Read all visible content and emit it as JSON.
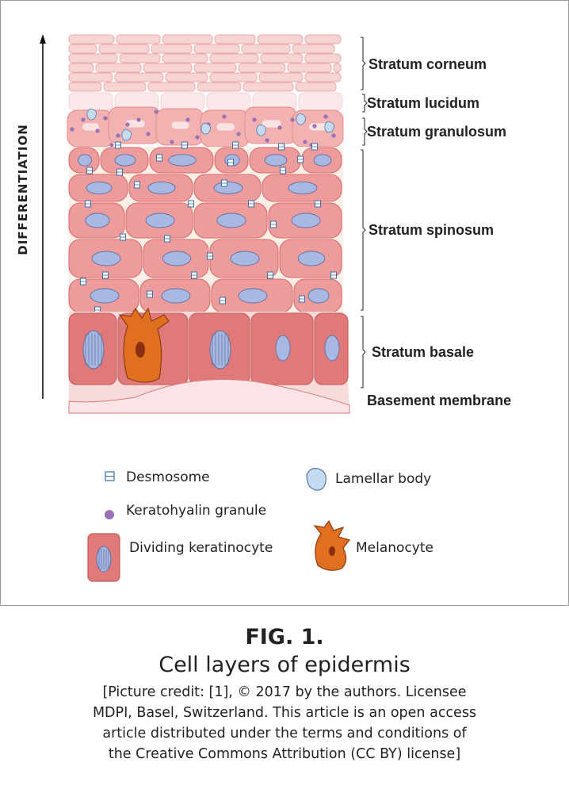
{
  "axis": {
    "label": "DIFFERENTIATION"
  },
  "layers": [
    {
      "name": "Stratum corneum"
    },
    {
      "name": "Stratum lucidum"
    },
    {
      "name": "Stratum granulosum"
    },
    {
      "name": "Stratum spinosum"
    },
    {
      "name": "Stratum basale"
    },
    {
      "name": "Basement membrane"
    }
  ],
  "legend": {
    "desmosome": "Desmosome",
    "lamellar": "Lamellar body",
    "granule": "Keratohyalin granule",
    "dividing": "Dividing keratinocyte",
    "melanocyte": "Melanocyte"
  },
  "colors": {
    "corneum": "#f7d4d4",
    "granulosum": "#f3b1b1",
    "spinosum": "#ee9b9b",
    "basale": "#e07a7a",
    "nucleus": "#a9b8e0",
    "melanocyte": "#e07020",
    "granule": "#9b72b8",
    "lamellar": "#c4daf0"
  },
  "caption": {
    "number": "FIG. 1.",
    "title": "Cell layers of epidermis",
    "credit_lines": [
      "[Picture credit: [1], © 2017 by the authors. Licensee",
      "MDPI, Basel, Switzerland. This article is an open access",
      "article distributed under the terms and conditions of",
      "the Creative Commons Attribution (CC BY) license]"
    ]
  }
}
